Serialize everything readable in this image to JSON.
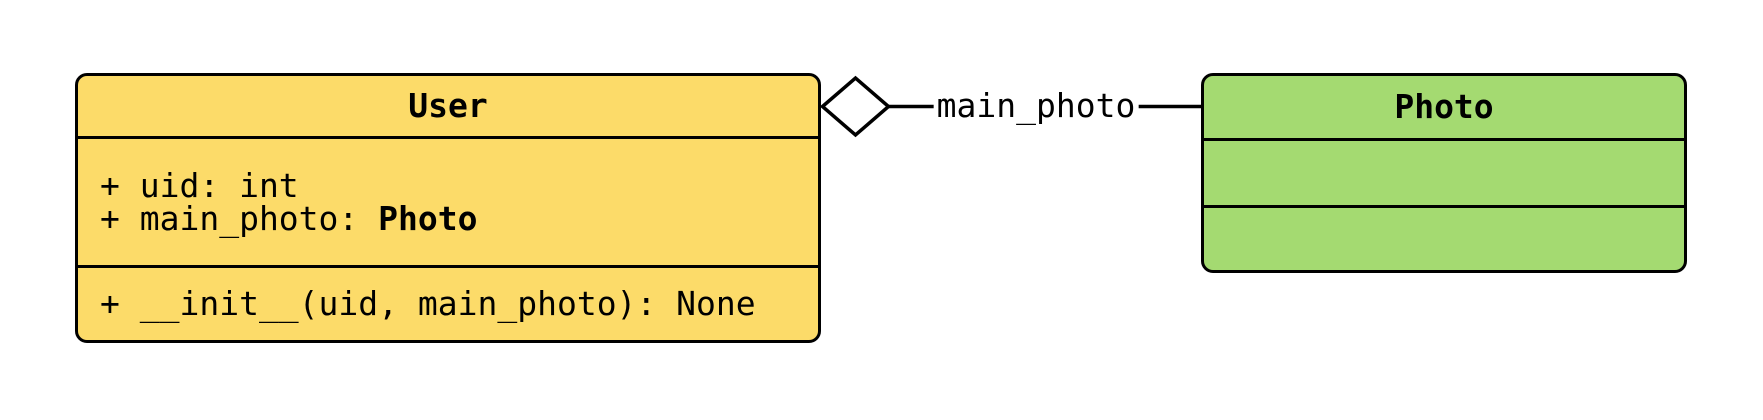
{
  "diagram": {
    "type": "uml-class-diagram",
    "classes": [
      {
        "name": "User",
        "fill": "#fcdb69",
        "attributes": [
          {
            "text": "+ uid: int",
            "ref": ""
          },
          {
            "text": "+ main_photo: ",
            "ref": "Photo"
          }
        ],
        "methods": [
          {
            "text": "+ __init__(uid, main_photo): None"
          }
        ]
      },
      {
        "name": "Photo",
        "fill": "#a4da71",
        "attributes": [],
        "methods": []
      }
    ],
    "relationship": {
      "kind": "aggregation",
      "diamond": "hollow",
      "diamond_end": "User",
      "target_end": "Photo",
      "label": "main_photo"
    },
    "colors": {
      "stroke": "#000000",
      "background": "#ffffff",
      "user_fill": "#fcdb69",
      "photo_fill": "#a4da71"
    }
  }
}
